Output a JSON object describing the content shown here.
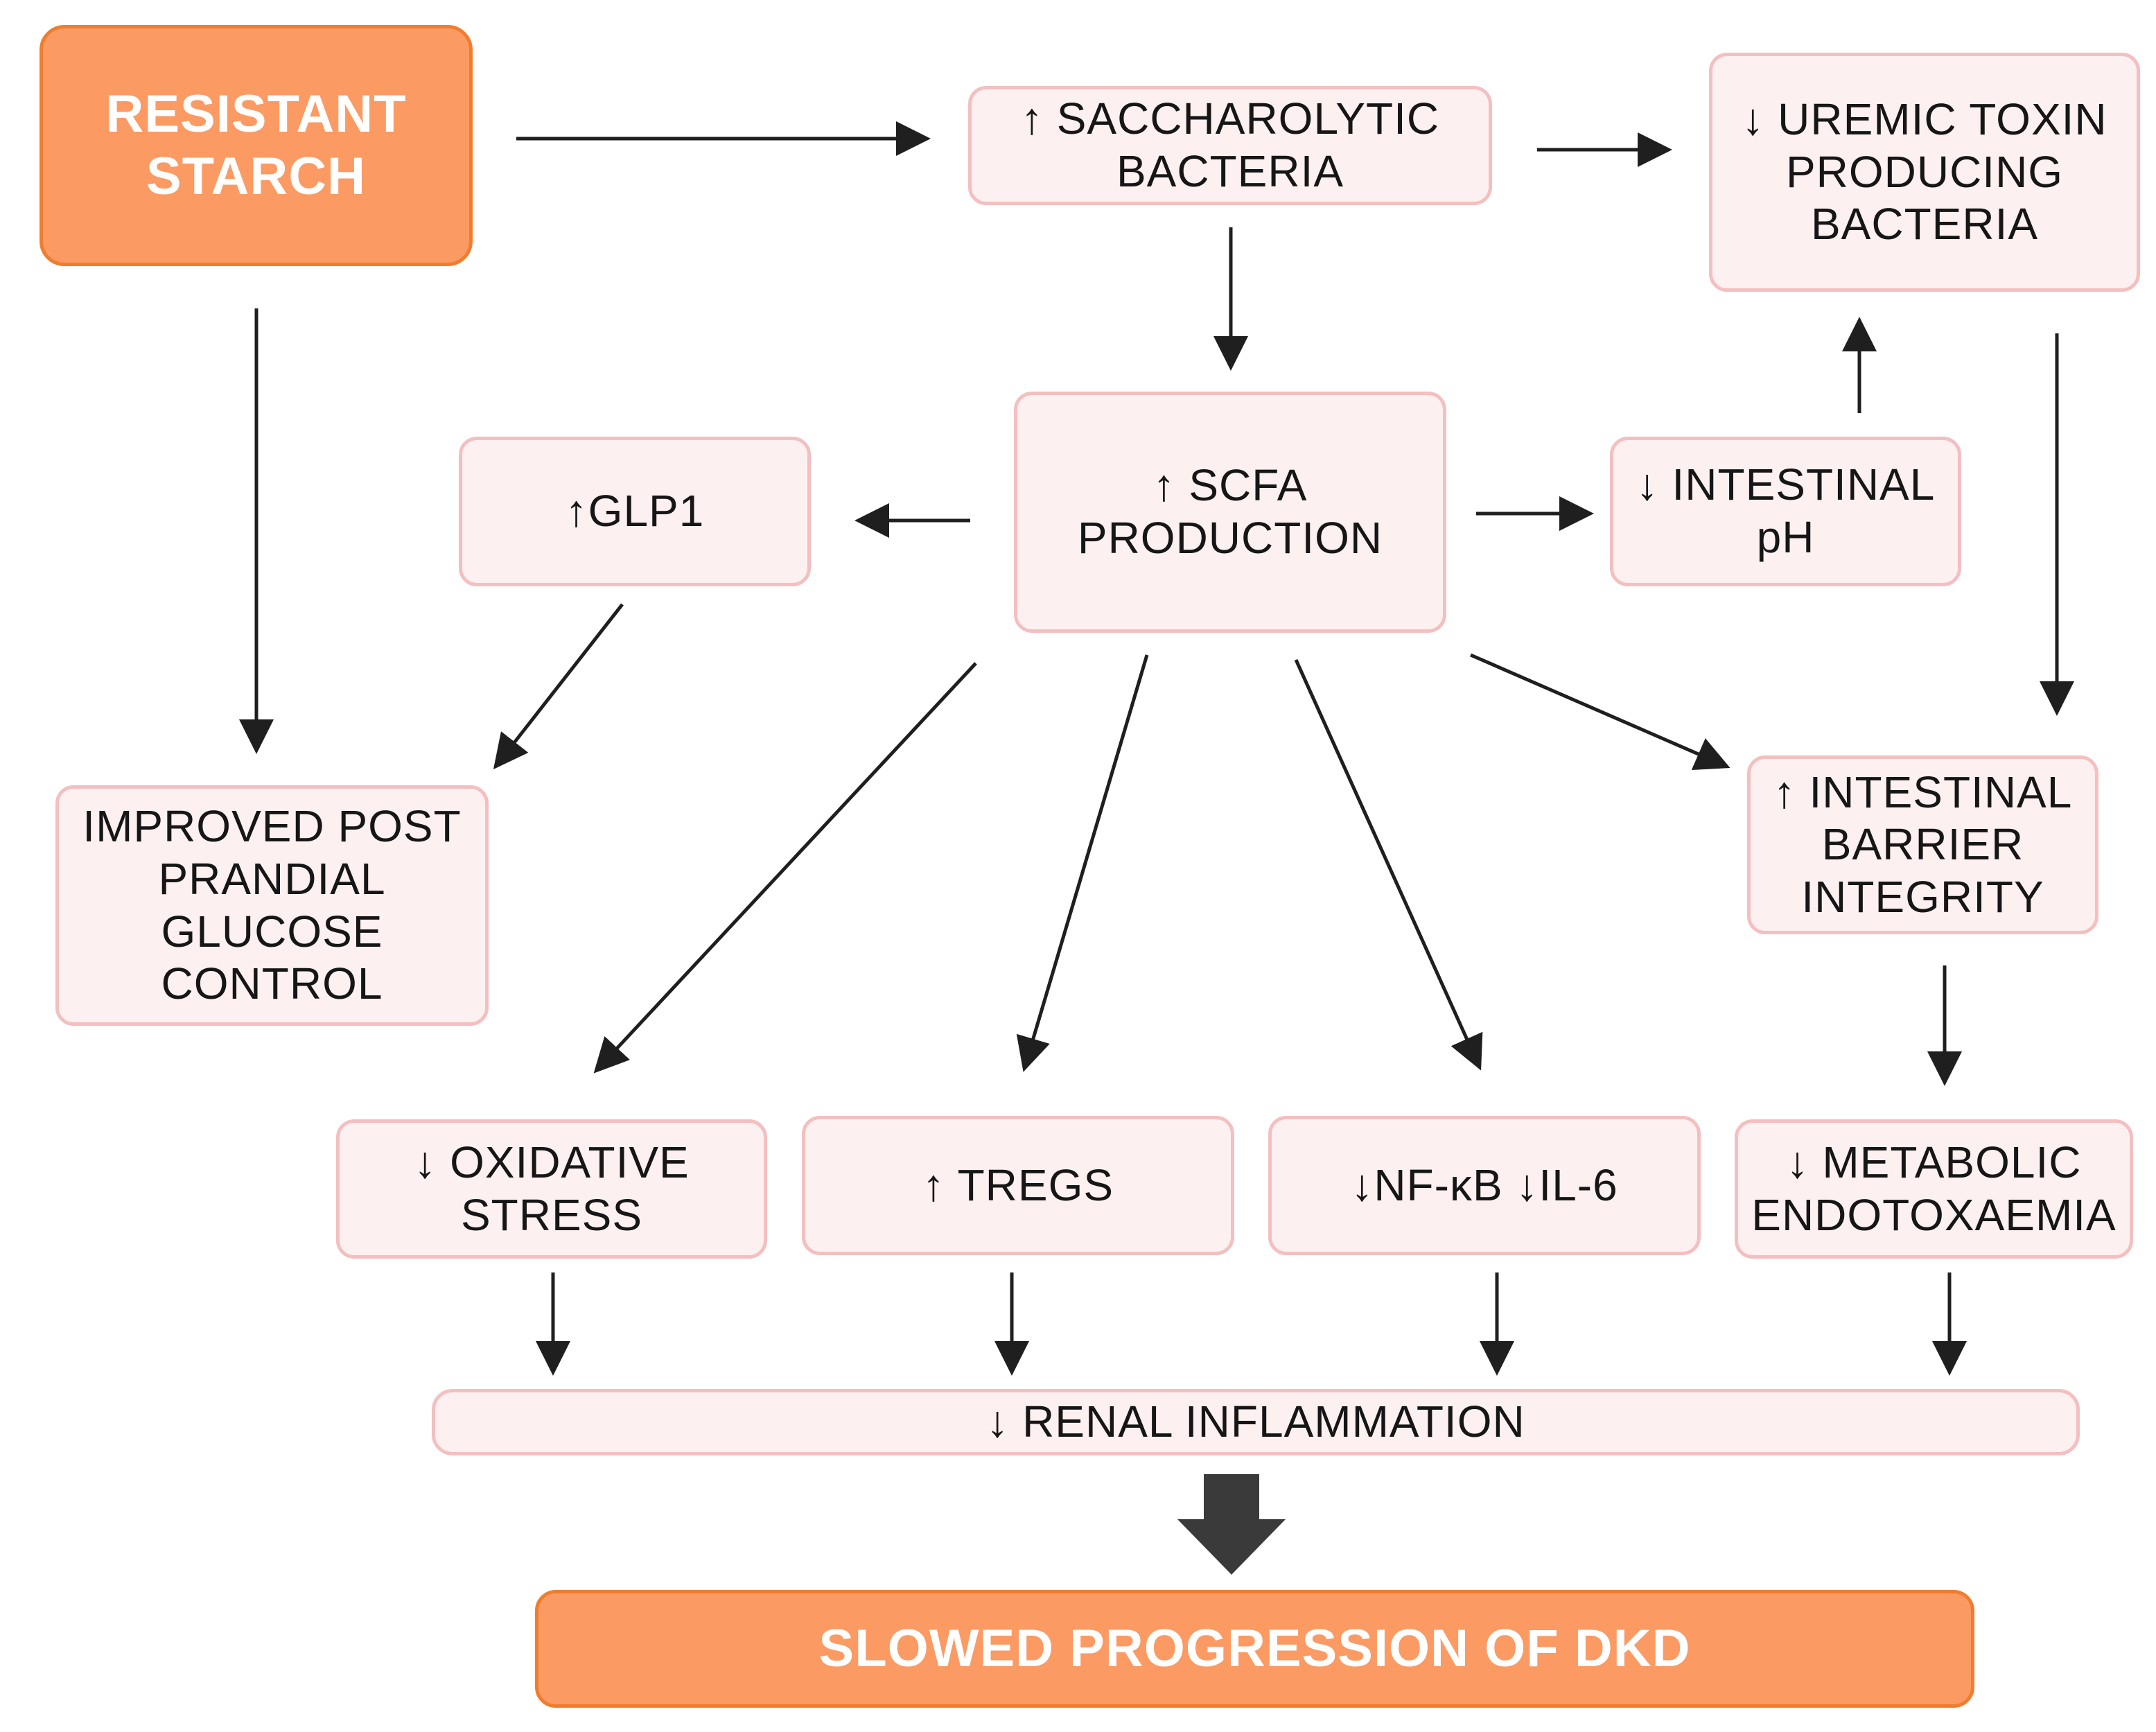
{
  "nodes": {
    "resistant_starch": "RESISTANT\nSTARCH",
    "saccharolytic_bacteria": "↑ SACCHAROLYTIC\nBACTERIA",
    "uremic_toxin_bacteria": "↓ UREMIC TOXIN\nPRODUCING\nBACTERIA",
    "glp1": "↑GLP1",
    "scfa_production": "↑ SCFA\nPRODUCTION",
    "intestinal_ph": "↓ INTESTINAL\npH",
    "glucose_control": "IMPROVED POST\nPRANDIAL GLUCOSE\nCONTROL",
    "barrier_integrity": "↑ INTESTINAL\nBARRIER\nINTEGRITY",
    "oxidative_stress": "↓ OXIDATIVE\nSTRESS",
    "tregs": "↑ TREGS",
    "nfkb_il6": "↓NF-κB ↓IL-6",
    "metabolic_endotoxaemia": "↓ METABOLIC\nENDOTOXAEMIA",
    "renal_inflammation": "↓ RENAL INFLAMMATION",
    "dkd_progression": "SLOWED PROGRESSION OF DKD"
  },
  "colors": {
    "box_fill": "#fdf0f0",
    "box_border": "#f4bfc0",
    "accent_fill": "#fb9a63",
    "accent_border": "#f07d2f",
    "arrow": "#1f1f1f",
    "block_arrow": "#3a3a3a"
  }
}
